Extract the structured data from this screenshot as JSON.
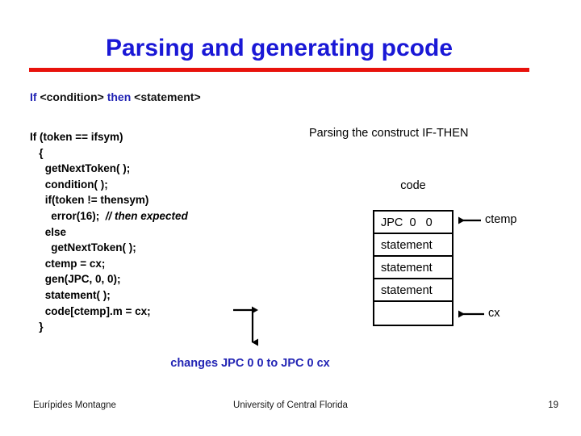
{
  "slide": {
    "title": "Parsing and generating pcode",
    "page_number": "19",
    "accent_blue": "#1a18d6",
    "rule_red": "#e8120c",
    "keyword_blue": "#2224b4"
  },
  "grammar": {
    "kw_if": "If",
    "nonterm_condition": "<condition>",
    "kw_then": "then",
    "nonterm_statement": "<statement>"
  },
  "code": {
    "lines": [
      "If (token == ifsym)",
      "   {",
      "     getNextToken( );",
      "     condition( );",
      "     if(token != thensym)",
      "       error(16);  ",
      "     else",
      "       getNextToken( );",
      "     ctemp = cx;",
      "     gen(JPC, 0, 0);",
      "     statement( );",
      "     code[ctemp].m = cx;",
      "   }"
    ],
    "comment": "// then expected",
    "comment_line_index": 5
  },
  "diagram": {
    "caption": "Parsing the construct IF-THEN",
    "code_array_label": "code",
    "cells": [
      "JPC  0   0",
      "statement",
      "statement",
      "statement",
      ""
    ],
    "pointer_ctemp": "ctemp",
    "pointer_cx": "cx",
    "change_note": "changes JPC 0 0 to JPC 0 cx"
  },
  "footer": {
    "author": "Eurípides Montagne",
    "organization": "University of Central Florida",
    "page": "19"
  }
}
